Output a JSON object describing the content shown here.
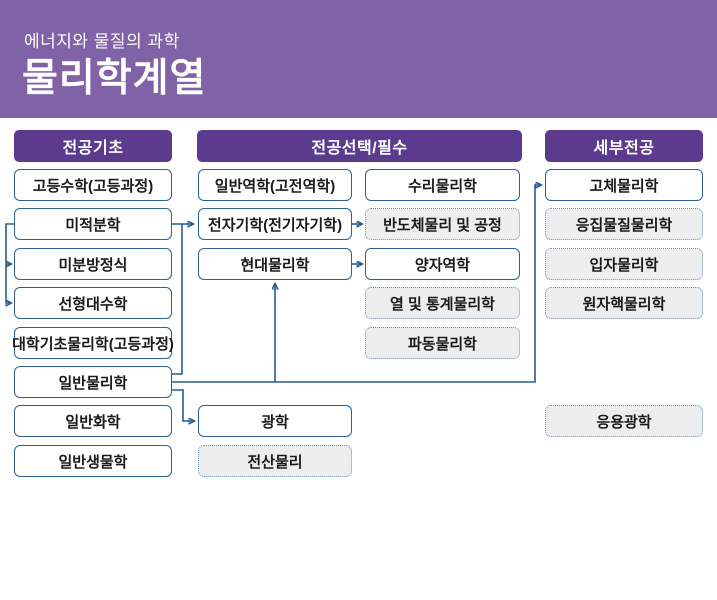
{
  "header": {
    "subtitle": "에너지와 물질의 과학",
    "title": "물리학계열"
  },
  "columns": [
    {
      "id": "basics",
      "header": "전공기초"
    },
    {
      "id": "elective",
      "header": "전공선택/필수"
    },
    {
      "id": "detail",
      "header": "세부전공"
    }
  ],
  "boxes": [
    {
      "label": "고등수학(고등과정)",
      "col": "c1",
      "row": 0,
      "style": "solid"
    },
    {
      "label": "미적분학",
      "col": "c1",
      "row": 1,
      "style": "solid"
    },
    {
      "label": "미분방정식",
      "col": "c1",
      "row": 2,
      "style": "solid"
    },
    {
      "label": "선형대수학",
      "col": "c1",
      "row": 3,
      "style": "solid"
    },
    {
      "label": "대학기초물리학(고등과정)",
      "col": "c1",
      "row": 4,
      "style": "solid"
    },
    {
      "label": "일반물리학",
      "col": "c1",
      "row": 5,
      "style": "solid"
    },
    {
      "label": "일반화학",
      "col": "c1",
      "row": 6,
      "style": "solid"
    },
    {
      "label": "일반생물학",
      "col": "c1",
      "row": 7,
      "style": "solid"
    },
    {
      "label": "일반역학(고전역학)",
      "col": "c2a",
      "row": 0,
      "style": "solid"
    },
    {
      "label": "전자기학(전기자기학)",
      "col": "c2a",
      "row": 1,
      "style": "solid"
    },
    {
      "label": "현대물리학",
      "col": "c2a",
      "row": 2,
      "style": "solid"
    },
    {
      "label": "광학",
      "col": "c2a",
      "row": 6,
      "style": "solid"
    },
    {
      "label": "전산물리",
      "col": "c2a",
      "row": 7,
      "style": "dashed"
    },
    {
      "label": "수리물리학",
      "col": "c2b",
      "row": 0,
      "style": "solid"
    },
    {
      "label": "반도체물리 및 공정",
      "col": "c2b",
      "row": 1,
      "style": "dashed"
    },
    {
      "label": "양자역학",
      "col": "c2b",
      "row": 2,
      "style": "solid"
    },
    {
      "label": "열 및 통계물리학",
      "col": "c2b",
      "row": 3,
      "style": "dashed"
    },
    {
      "label": "파동물리학",
      "col": "c2b",
      "row": 4,
      "style": "dashed"
    },
    {
      "label": "고체물리학",
      "col": "c3",
      "row": 0,
      "style": "solid"
    },
    {
      "label": "응집물질물리학",
      "col": "c3",
      "row": 1,
      "style": "dashed"
    },
    {
      "label": "입자물리학",
      "col": "c3",
      "row": 2,
      "style": "dashed"
    },
    {
      "label": "원자핵물리학",
      "col": "c3",
      "row": 3,
      "style": "dashed"
    },
    {
      "label": "응용광학",
      "col": "c3",
      "row": 6,
      "style": "dashed"
    }
  ],
  "colors": {
    "hero_bg": "#8062a6",
    "column_header_bg": "#5c3b8e",
    "line": "#2b5c8c",
    "solid_border": "#2e6093",
    "dashed_border": "#6b93c0",
    "dashed_bg": "#ededed",
    "text": "#1a1a1a",
    "header_text": "#ffffff"
  }
}
